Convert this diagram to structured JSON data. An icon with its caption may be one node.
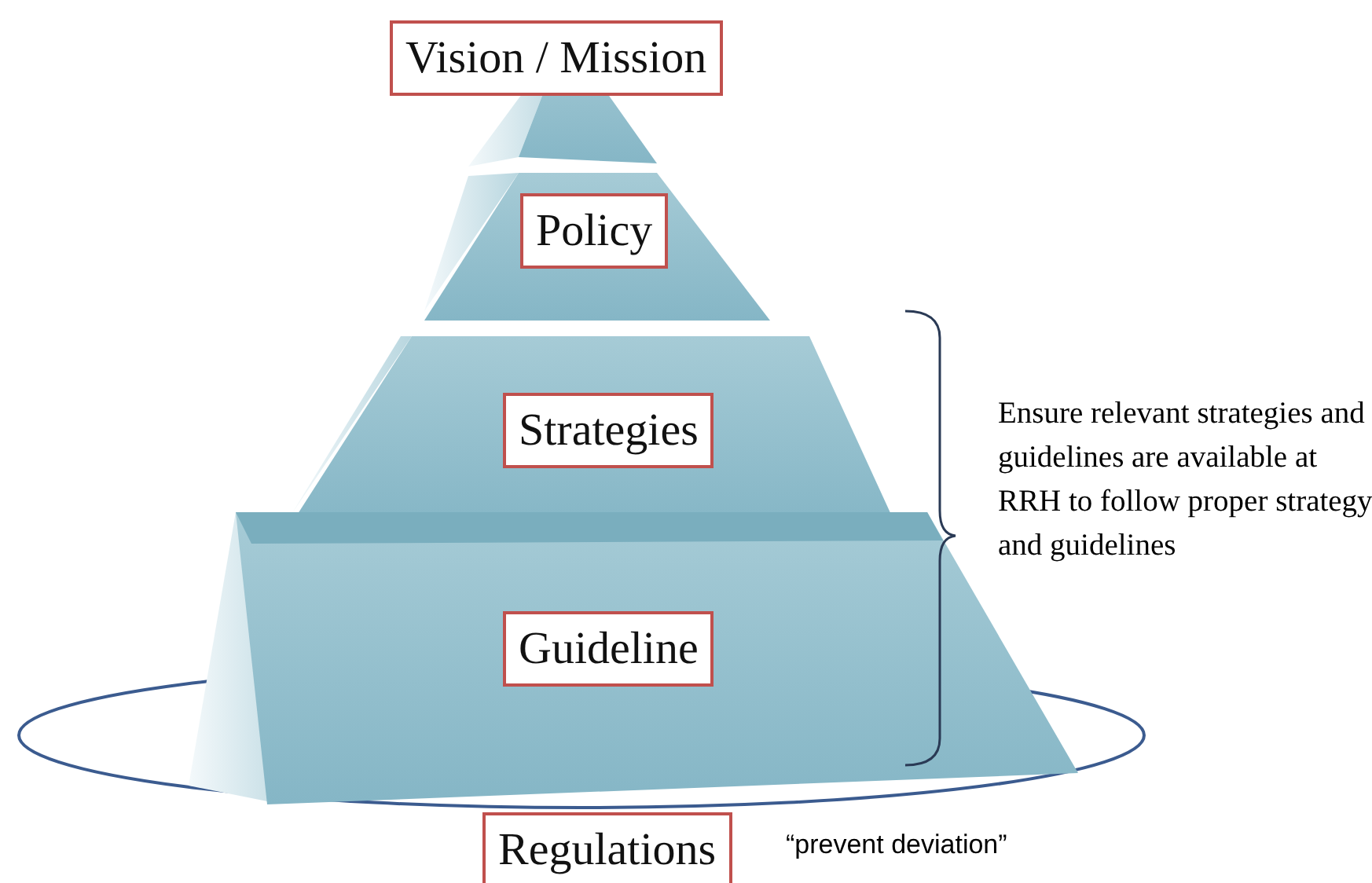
{
  "diagram": {
    "nodes": [
      {
        "text": [
          "Vision / Mission"
        ]
      },
      {
        "text": [
          "Policy"
        ]
      },
      {
        "text": [
          "Strategies"
        ]
      },
      {
        "text": [
          "Guideline"
        ]
      },
      {
        "text": [
          "Regulations"
        ]
      }
    ],
    "labels": [
      "Ensure relevant strategies and guidelines are available at RRH to follow proper strategy and guidelines",
      "“prevent deviation”"
    ]
  }
}
